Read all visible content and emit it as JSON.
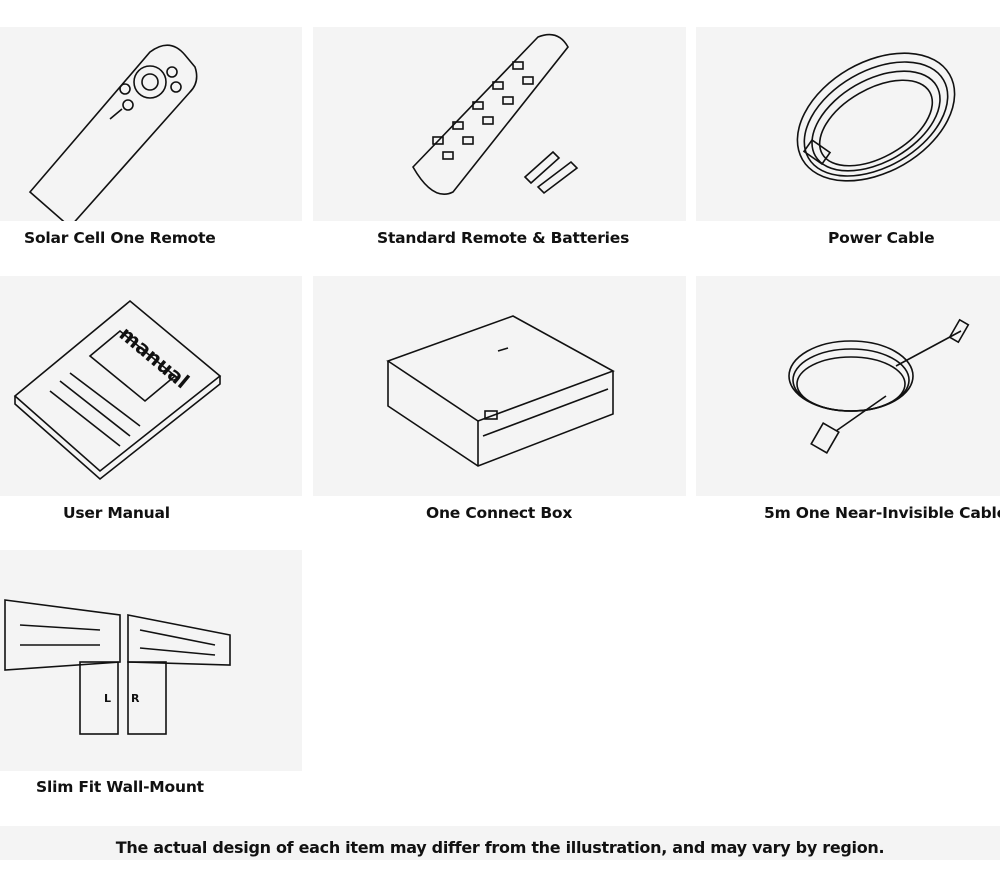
{
  "items": [
    {
      "label": "Solar Cell One Remote",
      "icon": "solar-remote-illustration"
    },
    {
      "label": "Standard Remote & Batteries",
      "icon": "standard-remote-illustration"
    },
    {
      "label": "Power Cable",
      "icon": "power-cable-illustration"
    },
    {
      "label": "User Manual",
      "icon": "manual-illustration",
      "manual_text": "manual"
    },
    {
      "label": "One Connect Box",
      "icon": "connect-box-illustration"
    },
    {
      "label": "5m One Near-Invisible Cable",
      "icon": "cable-illustration"
    },
    {
      "label": "Slim Fit Wall-Mount",
      "icon": "wall-mount-illustration",
      "left_tag": "L",
      "right_tag": "R"
    }
  ],
  "footer": {
    "note": "The actual design of each item may differ from the illustration, and may vary by region."
  }
}
